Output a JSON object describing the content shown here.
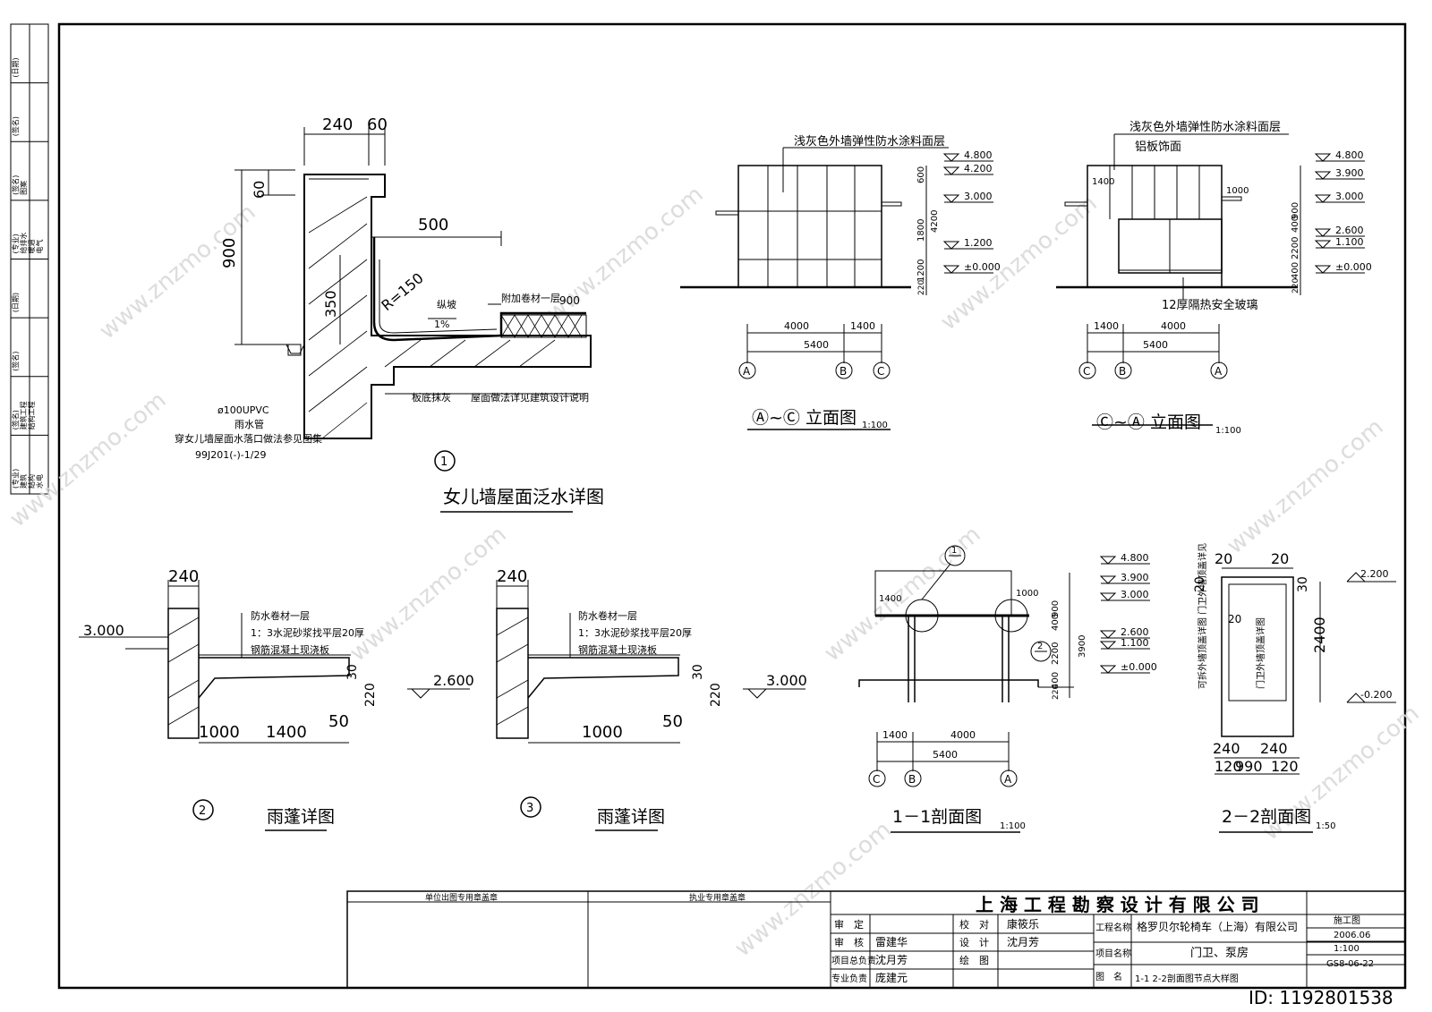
{
  "side_strip": {
    "rows": [
      "(日期)",
      "(签名)",
      "(签名)\n图案",
      "(专业)\n给排水\n暖通\n电气",
      "(日期)",
      "(签名)",
      "(签名)\n建筑工程\n结构工程",
      "(专业)\n建筑\n结构\n水电"
    ]
  },
  "detail1": {
    "dims": [
      "240",
      "60",
      "60",
      "900",
      "500",
      "350",
      "R=150",
      "900"
    ],
    "notes": [
      "纵坡",
      "1%",
      "附加卷材一层",
      "板底抹灰",
      "屋面做法详见建筑设计说明",
      "ø100UPVC",
      "雨水管",
      "穿女儿墙屋面水落口做法参见图集",
      "99J201(-)-1/29"
    ],
    "number": "1",
    "title": "女儿墙屋面泛水详图"
  },
  "elev_ac": {
    "note": "浅灰色外墙弹性防水涂料面层",
    "levels": [
      "4.800",
      "4.200",
      "3.000",
      "1.200",
      "±0.000"
    ],
    "vdims": [
      "600",
      "4200",
      "1800",
      "1200",
      "220"
    ],
    "hdims": [
      "4000",
      "1400",
      "5400"
    ],
    "axes": [
      "A",
      "B",
      "C"
    ],
    "title": "Ⓐ~Ⓒ 立面图",
    "scale": "1:100"
  },
  "elev_ca": {
    "note1": "浅灰色外墙弹性防水涂料面层",
    "note2": "铝板饰面",
    "note3": "12厚隔热安全玻璃",
    "levels": [
      "4.800",
      "3.900",
      "3.000",
      "2.600",
      "1.100",
      "±0.000"
    ],
    "vdims": [
      "1400",
      "1000",
      "900",
      "400",
      "2200",
      "400",
      "220"
    ],
    "hdims": [
      "1400",
      "4000",
      "5400"
    ],
    "axes": [
      "C",
      "B",
      "A"
    ],
    "title": "Ⓒ~Ⓐ 立面图",
    "scale": "1:100"
  },
  "canopy2": {
    "dims": [
      "240",
      "3.000",
      "30",
      "220",
      "2.600",
      "50",
      "1000",
      "1400"
    ],
    "notes": [
      "防水卷材一层",
      "1：3水泥砂浆找平层20厚",
      "钢筋混凝土现浇板"
    ],
    "number": "2",
    "title": "雨蓬详图"
  },
  "canopy3": {
    "dims": [
      "240",
      "30",
      "220",
      "3.000",
      "50",
      "1000"
    ],
    "notes": [
      "防水卷材一层",
      "1：3水泥砂浆找平层20厚",
      "钢筋混凝土现浇板"
    ],
    "number": "3",
    "title": "雨蓬详图"
  },
  "section11": {
    "levels": [
      "4.800",
      "3.900",
      "3.000",
      "2.600",
      "1.100",
      "±0.000"
    ],
    "vdims": [
      "1400",
      "1000",
      "900",
      "400",
      "2200",
      "400",
      "3900",
      "220"
    ],
    "hdims": [
      "1400",
      "4000",
      "5400"
    ],
    "axes": [
      "C",
      "B",
      "A"
    ],
    "callouts": [
      "1",
      "2"
    ],
    "title": "1－1剖面图",
    "scale": "1:100"
  },
  "section22": {
    "dims": [
      "20",
      "20",
      "20",
      "30",
      "20",
      "2400",
      "240",
      "240",
      "120",
      "990",
      "120"
    ],
    "levels": [
      "2.200",
      "-0.200"
    ],
    "notes": [
      "可拆外墙顶盖详图\n门卫外墙顶盖详见",
      "门卫外墙顶盖详图"
    ],
    "title": "2－2剖面图",
    "scale": "1:50"
  },
  "titleblock": {
    "stamp1": "单位出图专用章盖章",
    "stamp2": "执业专用章盖章",
    "company": "上 海 工 程 勘 察 设 计 有 限 公 司",
    "left_rows": [
      [
        "审　定",
        ""
      ],
      [
        "审　核",
        "雷建华"
      ],
      [
        "项目总负责",
        "沈月芳"
      ],
      [
        "专业负责",
        "庞建元"
      ]
    ],
    "mid_rows": [
      [
        "校　对",
        "康筱乐"
      ],
      [
        "设　计",
        "沈月芳"
      ],
      [
        "绘　图",
        ""
      ]
    ],
    "project_label": "工程名称",
    "project": "格罗贝尔轮椅车（上海）有限公司",
    "item_label": "项目名称",
    "item": "门卫、泵房",
    "drawing_label": "图　名",
    "drawing": "1-1 2-2剖面图节点大样图",
    "right_rows": [
      "施工图",
      "2006.06",
      "1:100",
      "GS8-06-22"
    ]
  },
  "watermark": "www.znzmo.com",
  "corner_id": "ID: 1192801538"
}
